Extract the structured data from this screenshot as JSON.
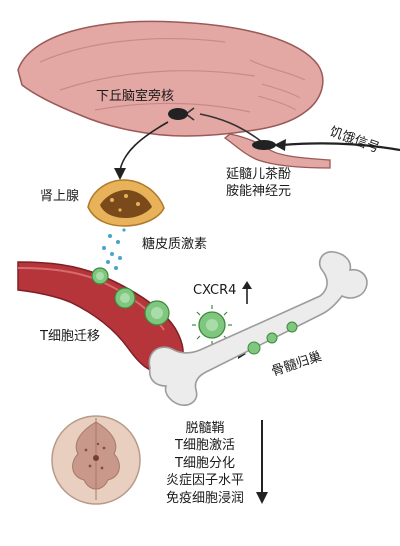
{
  "labels": {
    "hypothalamus": "下丘脑室旁核",
    "medulla_line1": "延髓儿茶酚",
    "medulla_line2": "胺能神经元",
    "hunger_signal": "饥饿信号",
    "adrenal": "肾上腺",
    "glucocorticoid": "糖皮质激素",
    "cxcr4": "CXCR4",
    "t_cell_migration": "T细胞迁移",
    "bone_marrow_homing": "骨髓归巢"
  },
  "effects": [
    "脱髓鞘",
    "T细胞激活",
    "T细胞分化",
    "炎症因子水平",
    "免疫细胞浸润"
  ],
  "effects_trend": "decrease",
  "colors": {
    "brain": "#e3a7a4",
    "brain_outline": "#9a5a57",
    "vessel": "#b5353a",
    "t_cell": "#7fc77f",
    "adrenal": "#e8b25a",
    "bone": "#e9e9e9",
    "hormone_dots": "#4aa3c8",
    "spinal_cord": "#e8cfc0"
  }
}
